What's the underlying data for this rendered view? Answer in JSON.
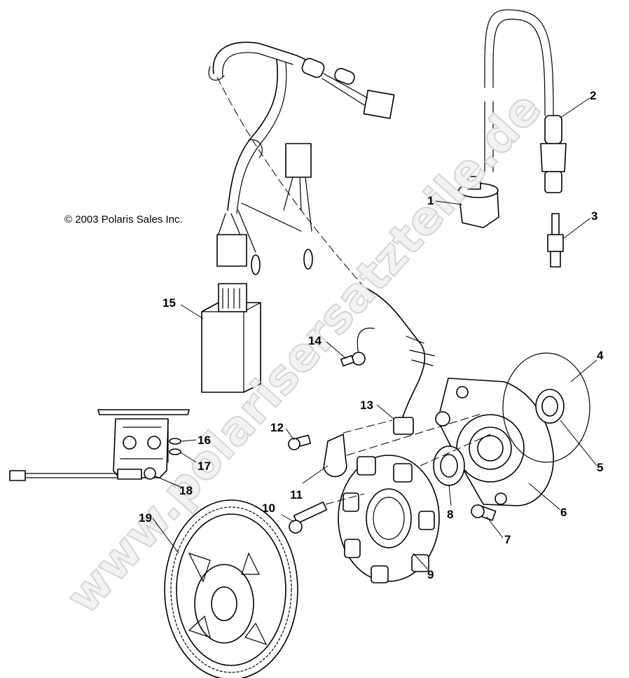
{
  "copyright": "© 2003 Polaris Sales Inc.",
  "watermark": "www.polarisersatzteile.de",
  "callouts": {
    "c1": "1",
    "c2": "2",
    "c3": "3",
    "c4": "4",
    "c5": "5",
    "c6": "6",
    "c7": "7",
    "c8": "8",
    "c9": "9",
    "c10": "10",
    "c11": "11",
    "c12": "12",
    "c13": "13",
    "c14": "14",
    "c15": "15",
    "c16": "16",
    "c17": "17",
    "c18": "18",
    "c19": "19"
  }
}
